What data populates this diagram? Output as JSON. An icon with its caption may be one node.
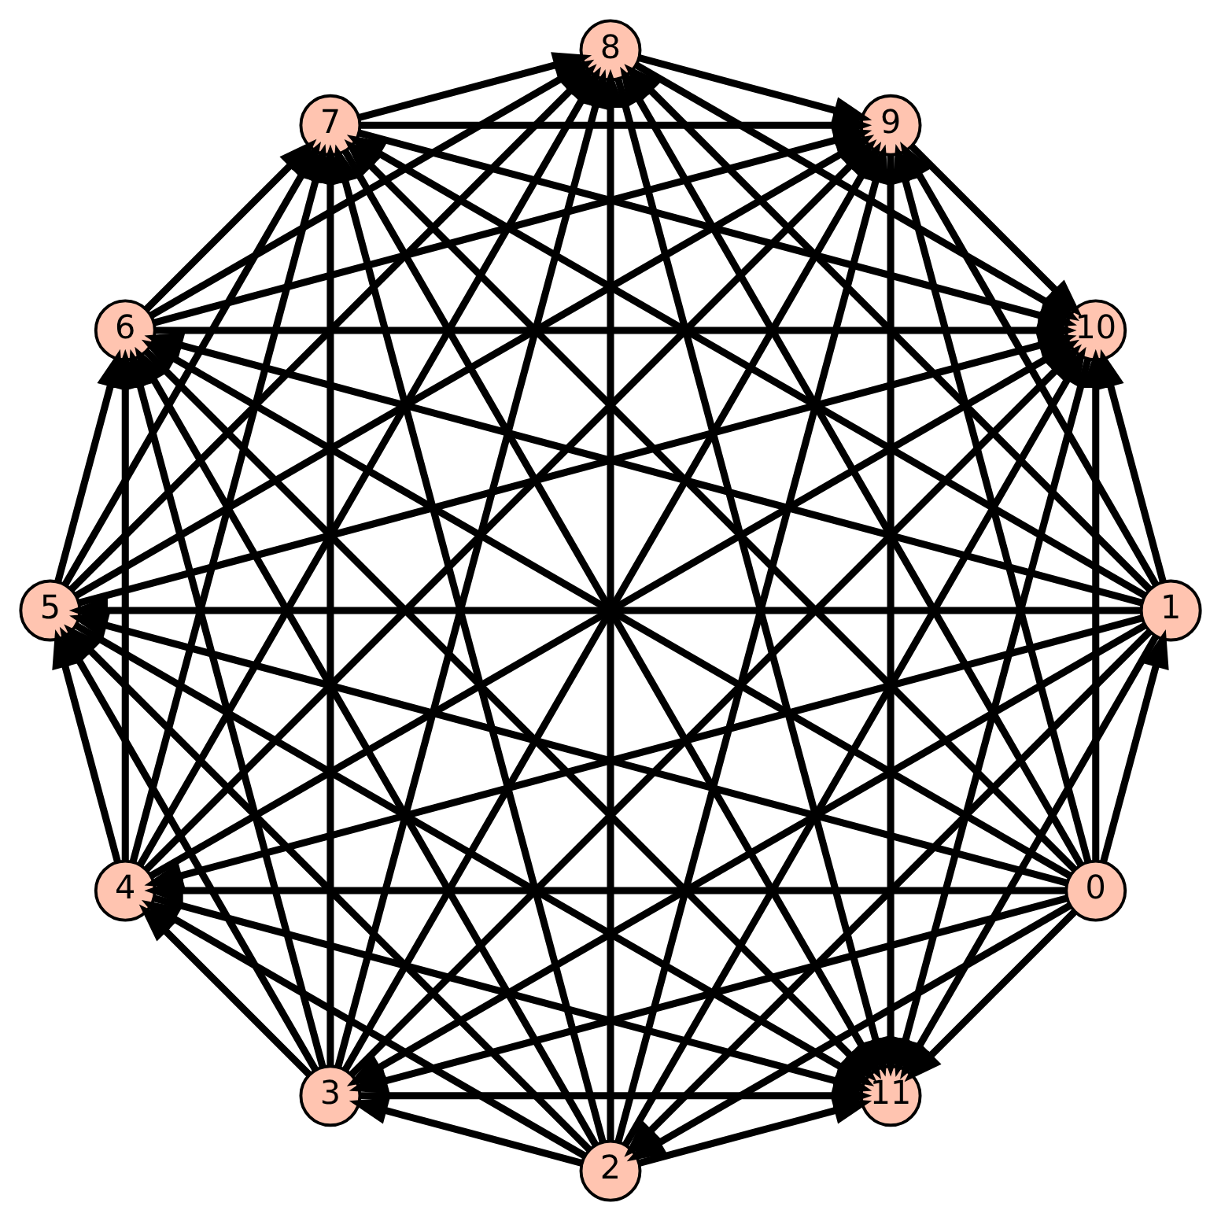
{
  "diagram": {
    "nodes": [
      {
        "text": [
          "0"
        ]
      },
      {
        "text": [
          "1"
        ]
      },
      {
        "text": [
          "2"
        ]
      },
      {
        "text": [
          "3"
        ]
      },
      {
        "text": [
          "4"
        ]
      },
      {
        "text": [
          "5"
        ]
      },
      {
        "text": [
          "6"
        ]
      },
      {
        "text": [
          "7"
        ]
      },
      {
        "text": [
          "8"
        ]
      },
      {
        "text": [
          "9"
        ]
      },
      {
        "text": [
          "10"
        ]
      },
      {
        "text": [
          "11"
        ]
      }
    ],
    "edges": [
      {
        "from": 0,
        "to": 1,
        "arrow": "to"
      },
      {
        "from": 0,
        "to": 2,
        "arrow": "to"
      },
      {
        "from": 0,
        "to": 3,
        "arrow": "to"
      },
      {
        "from": 0,
        "to": 4,
        "arrow": "to"
      },
      {
        "from": 0,
        "to": 5,
        "arrow": "to"
      },
      {
        "from": 0,
        "to": 6,
        "arrow": "to"
      },
      {
        "from": 0,
        "to": 7,
        "arrow": "to"
      },
      {
        "from": 0,
        "to": 8,
        "arrow": "to"
      },
      {
        "from": 0,
        "to": 9,
        "arrow": "to"
      },
      {
        "from": 0,
        "to": 10,
        "arrow": "to"
      },
      {
        "from": 0,
        "to": 11,
        "arrow": "to"
      },
      {
        "from": 1,
        "to": 2,
        "arrow": "to"
      },
      {
        "from": 1,
        "to": 3,
        "arrow": "to"
      },
      {
        "from": 1,
        "to": 4,
        "arrow": "to"
      },
      {
        "from": 1,
        "to": 5,
        "arrow": "to"
      },
      {
        "from": 1,
        "to": 6,
        "arrow": "to"
      },
      {
        "from": 1,
        "to": 7,
        "arrow": "to"
      },
      {
        "from": 1,
        "to": 8,
        "arrow": "to"
      },
      {
        "from": 1,
        "to": 9,
        "arrow": "to"
      },
      {
        "from": 1,
        "to": 10,
        "arrow": "to"
      },
      {
        "from": 1,
        "to": 11,
        "arrow": "to"
      },
      {
        "from": 2,
        "to": 3,
        "arrow": "to"
      },
      {
        "from": 2,
        "to": 4,
        "arrow": "to"
      },
      {
        "from": 2,
        "to": 5,
        "arrow": "to"
      },
      {
        "from": 2,
        "to": 6,
        "arrow": "to"
      },
      {
        "from": 2,
        "to": 7,
        "arrow": "to"
      },
      {
        "from": 2,
        "to": 8,
        "arrow": "to"
      },
      {
        "from": 2,
        "to": 9,
        "arrow": "to"
      },
      {
        "from": 2,
        "to": 10,
        "arrow": "to"
      },
      {
        "from": 2,
        "to": 11,
        "arrow": "to"
      },
      {
        "from": 3,
        "to": 4,
        "arrow": "to"
      },
      {
        "from": 3,
        "to": 5,
        "arrow": "to"
      },
      {
        "from": 3,
        "to": 6,
        "arrow": "to"
      },
      {
        "from": 3,
        "to": 7,
        "arrow": "to"
      },
      {
        "from": 3,
        "to": 8,
        "arrow": "to"
      },
      {
        "from": 3,
        "to": 9,
        "arrow": "to"
      },
      {
        "from": 3,
        "to": 10,
        "arrow": "to"
      },
      {
        "from": 3,
        "to": 11,
        "arrow": "to"
      },
      {
        "from": 4,
        "to": 5,
        "arrow": "to"
      },
      {
        "from": 4,
        "to": 6,
        "arrow": "to"
      },
      {
        "from": 4,
        "to": 7,
        "arrow": "to"
      },
      {
        "from": 4,
        "to": 8,
        "arrow": "to"
      },
      {
        "from": 4,
        "to": 9,
        "arrow": "to"
      },
      {
        "from": 4,
        "to": 10,
        "arrow": "to"
      },
      {
        "from": 4,
        "to": 11,
        "arrow": "to"
      },
      {
        "from": 5,
        "to": 6,
        "arrow": "to"
      },
      {
        "from": 5,
        "to": 7,
        "arrow": "to"
      },
      {
        "from": 5,
        "to": 8,
        "arrow": "to"
      },
      {
        "from": 5,
        "to": 9,
        "arrow": "to"
      },
      {
        "from": 5,
        "to": 10,
        "arrow": "to"
      },
      {
        "from": 5,
        "to": 11,
        "arrow": "to"
      },
      {
        "from": 6,
        "to": 7,
        "arrow": "to"
      },
      {
        "from": 6,
        "to": 8,
        "arrow": "to"
      },
      {
        "from": 6,
        "to": 9,
        "arrow": "to"
      },
      {
        "from": 6,
        "to": 10,
        "arrow": "to"
      },
      {
        "from": 6,
        "to": 11,
        "arrow": "to"
      },
      {
        "from": 7,
        "to": 8,
        "arrow": "to"
      },
      {
        "from": 7,
        "to": 9,
        "arrow": "to"
      },
      {
        "from": 7,
        "to": 10,
        "arrow": "to"
      },
      {
        "from": 7,
        "to": 11,
        "arrow": "to"
      },
      {
        "from": 8,
        "to": 9,
        "arrow": "to"
      },
      {
        "from": 8,
        "to": 10,
        "arrow": "to"
      },
      {
        "from": 8,
        "to": 11,
        "arrow": "to"
      },
      {
        "from": 9,
        "to": 10,
        "arrow": "to"
      },
      {
        "from": 9,
        "to": 11,
        "arrow": "to"
      },
      {
        "from": 10,
        "to": 11,
        "arrow": "to"
      }
    ]
  }
}
